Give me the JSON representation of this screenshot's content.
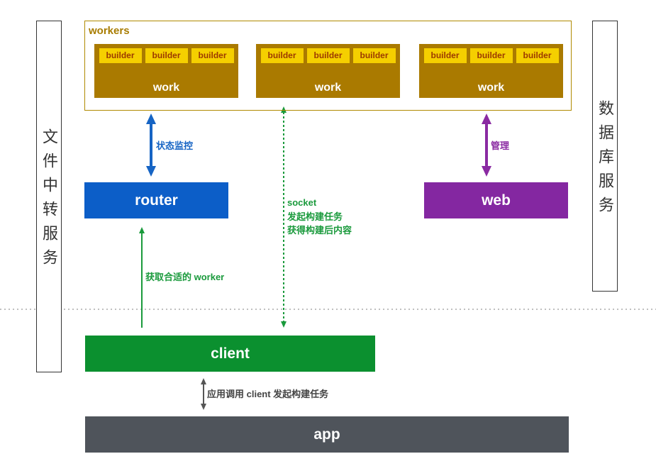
{
  "side_panels": {
    "left": "文件中转服务",
    "right": "数据库服务"
  },
  "workers": {
    "title": "workers",
    "groups": [
      {
        "label": "work",
        "builders": [
          "builder",
          "builder",
          "builder"
        ]
      },
      {
        "label": "work",
        "builders": [
          "builder",
          "builder",
          "builder"
        ]
      },
      {
        "label": "work",
        "builders": [
          "builder",
          "builder",
          "builder"
        ]
      }
    ]
  },
  "nodes": {
    "router": "router",
    "web": "web",
    "client": "client",
    "app": "app"
  },
  "edges": {
    "workers_router": "状态监控",
    "workers_web": "管理",
    "workers_client": [
      "socket",
      "发起构建任务",
      "获得构建后内容"
    ],
    "client_router": "获取合适的 worker",
    "app_client": "应用调用 client 发起构建任务"
  },
  "colors": {
    "workers_border": "#b08a00",
    "workers_title": "#a87c00",
    "work": "#aa7a00",
    "builder": "#f5cf00",
    "builder_text": "#9c3a00",
    "router": "#0c5ec8",
    "web": "#8427a1",
    "client": "#0b902f",
    "app": "#4f545b",
    "status_arrow": "#1664c4",
    "manage_arrow": "#8a2aa2",
    "socket_arrow": "#1a9a3c",
    "app_arrow": "#555555",
    "separator": "#aaaaaa"
  }
}
